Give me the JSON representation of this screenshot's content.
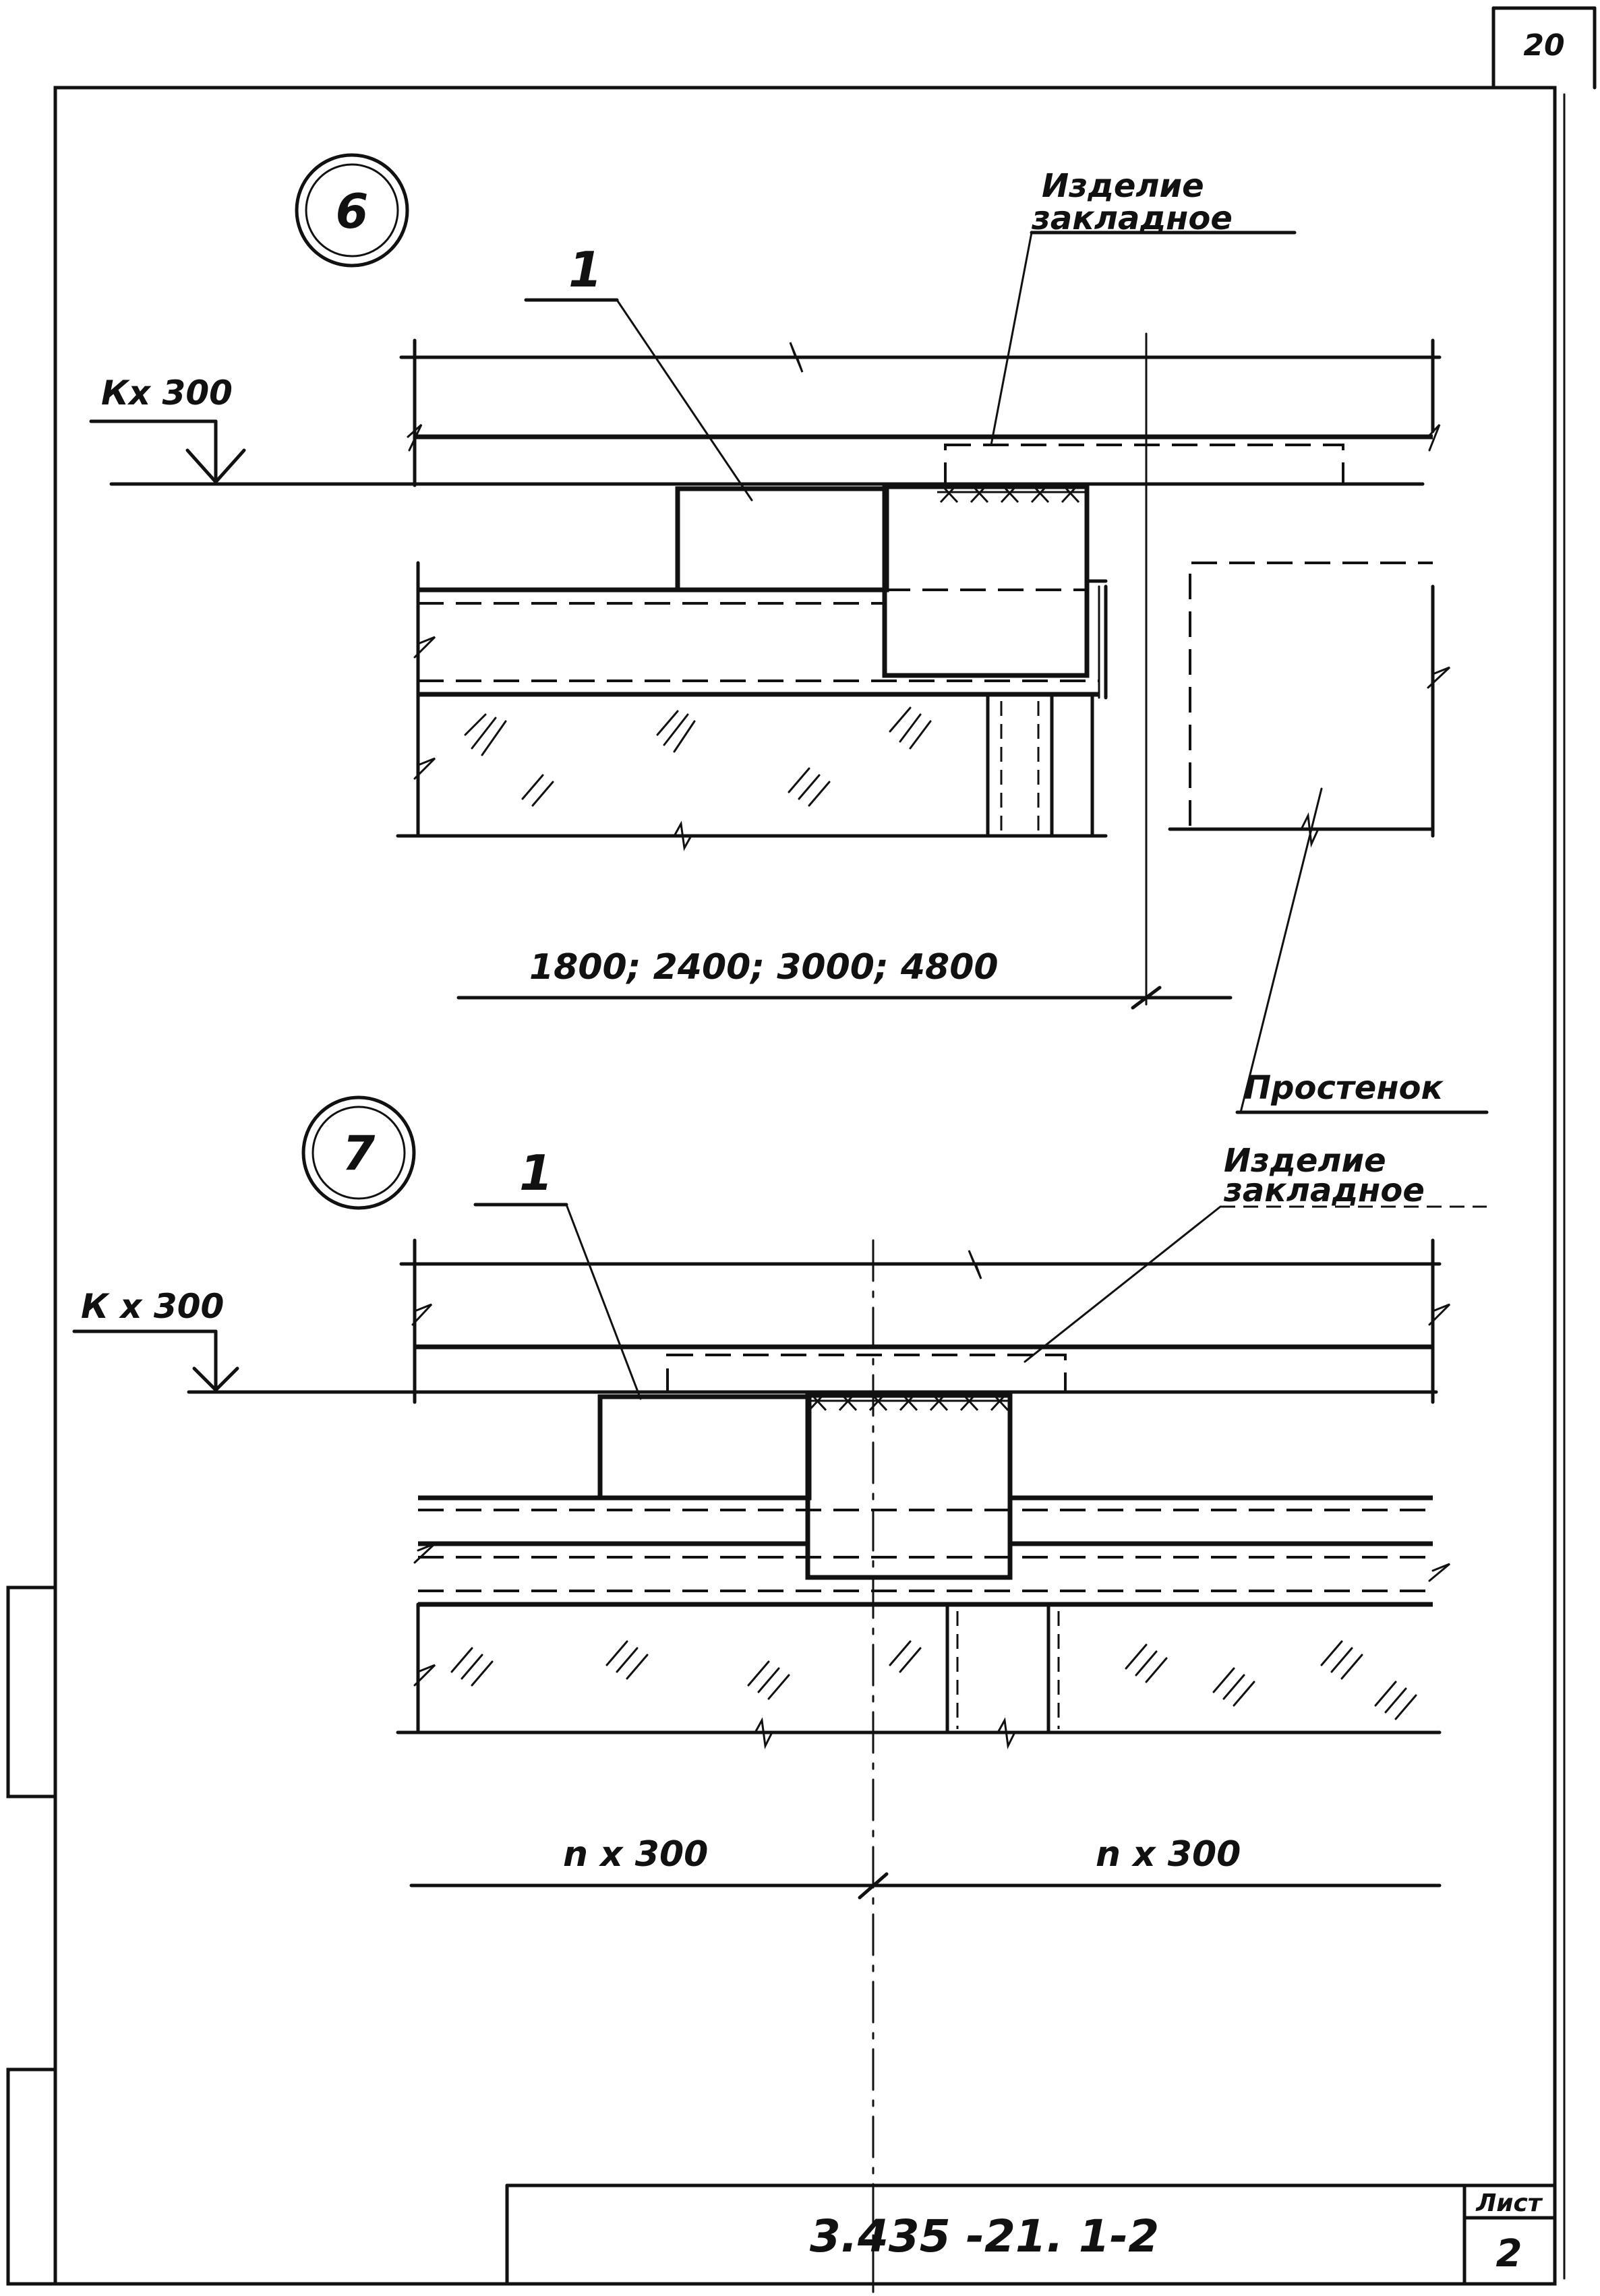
{
  "sheet_number_top": "20",
  "details": [
    {
      "id": "detail-6",
      "number": "6",
      "position_label": "1",
      "embedded_label_line1": "Изделие",
      "embedded_label_line2": "закладное",
      "level_label": "Кх 300",
      "dimension_label": "1800; 2400; 3000; 4800",
      "pier_label": "Простенок"
    },
    {
      "id": "detail-7",
      "number": "7",
      "position_label": "1",
      "embedded_label_line1": "Изделие",
      "embedded_label_line2": "закладное",
      "level_label": "К х 300",
      "dimension_left": "n х 300",
      "dimension_right": "n х 300"
    }
  ],
  "title_block": {
    "designation": "3.435 -21. 1-2",
    "sheet_label": "Лист",
    "sheet_number": "2"
  }
}
